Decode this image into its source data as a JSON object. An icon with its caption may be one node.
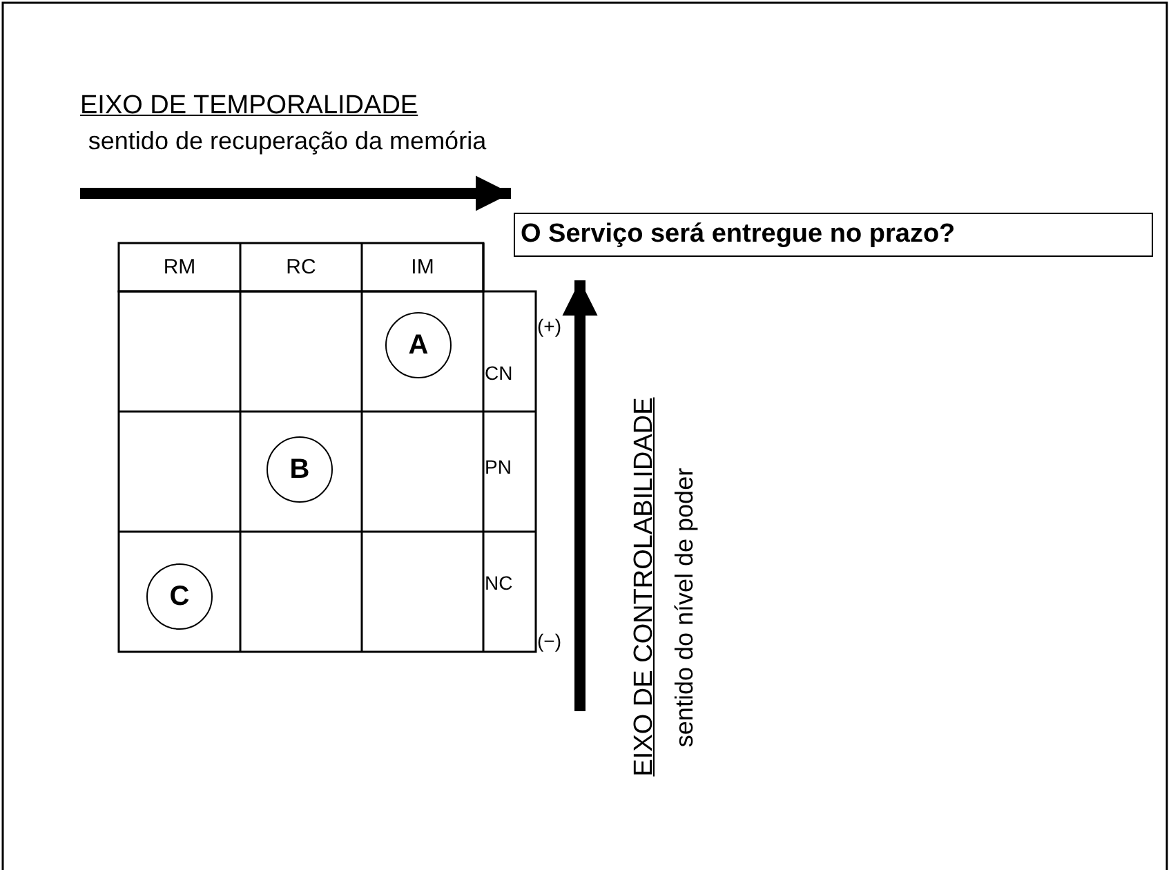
{
  "diagram": {
    "nodes": [
      {
        "text": [
          "O Serviço será entregue no prazo?"
        ]
      },
      {
        "text": [
          "A"
        ]
      },
      {
        "text": [
          "B"
        ]
      },
      {
        "text": [
          "C"
        ]
      }
    ],
    "labels": [
      "EIXO DE TEMPORALIDADE",
      "sentido de recuperação da memória",
      "RM",
      "RC",
      "IM",
      "CN",
      "(+)",
      "PN",
      "NC",
      "(−)",
      "EIXO DE CONTROLABILIDADE",
      "sentido do nível de poder"
    ]
  }
}
